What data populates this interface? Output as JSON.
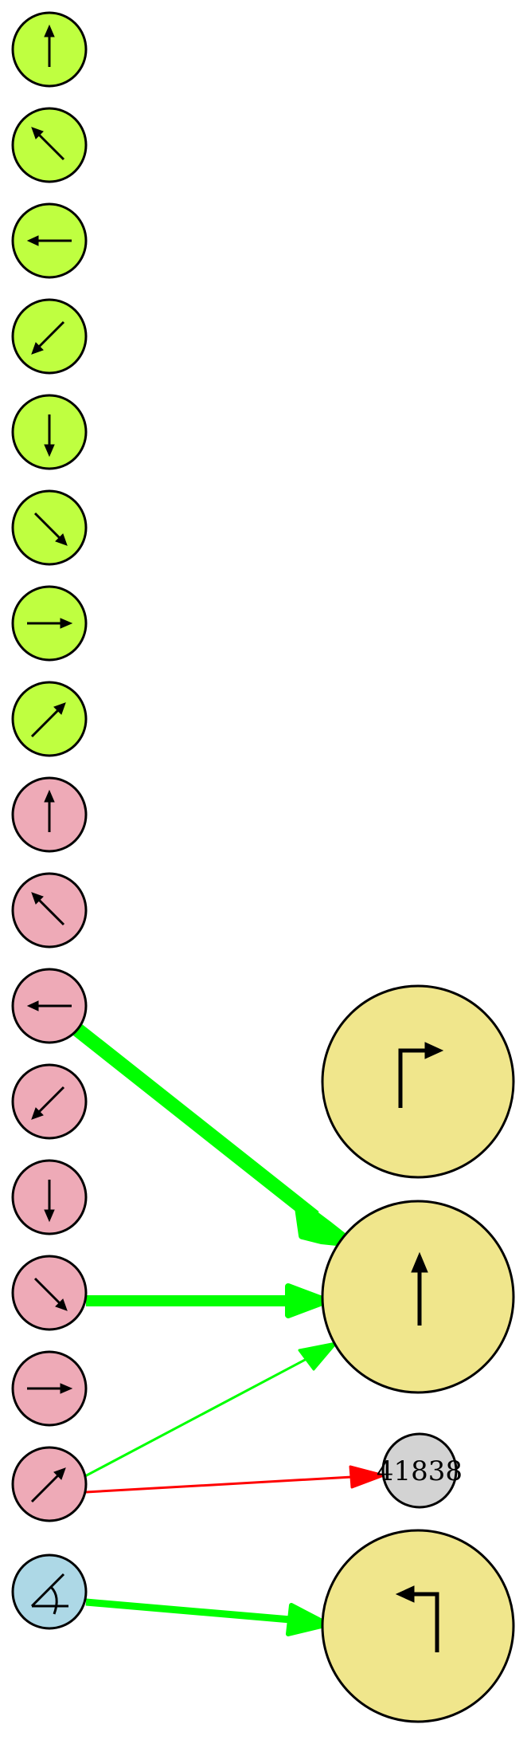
{
  "colors": {
    "lime": "#bfff40",
    "pink": "#eeaab7",
    "lightblue": "#add8e6",
    "khaki": "#f0e68c",
    "gray": "#d3d3d3",
    "edge_green": "#00ff00",
    "edge_red": "#ff0000"
  },
  "nodes": [
    {
      "id": "lime-up",
      "group": "lime",
      "icon": "arrow-up-icon"
    },
    {
      "id": "lime-up-left",
      "group": "lime",
      "icon": "arrow-up-left-icon"
    },
    {
      "id": "lime-left",
      "group": "lime",
      "icon": "arrow-left-icon"
    },
    {
      "id": "lime-down-left",
      "group": "lime",
      "icon": "arrow-down-left-icon"
    },
    {
      "id": "lime-down",
      "group": "lime",
      "icon": "arrow-down-icon"
    },
    {
      "id": "lime-down-right",
      "group": "lime",
      "icon": "arrow-down-right-icon"
    },
    {
      "id": "lime-right",
      "group": "lime",
      "icon": "arrow-right-icon"
    },
    {
      "id": "lime-up-right",
      "group": "lime",
      "icon": "arrow-up-right-icon"
    },
    {
      "id": "pink-up",
      "group": "pink",
      "icon": "arrow-up-icon"
    },
    {
      "id": "pink-up-left",
      "group": "pink",
      "icon": "arrow-up-left-icon"
    },
    {
      "id": "pink-left",
      "group": "pink",
      "icon": "arrow-left-icon"
    },
    {
      "id": "pink-down-left",
      "group": "pink",
      "icon": "arrow-down-left-icon"
    },
    {
      "id": "pink-down",
      "group": "pink",
      "icon": "arrow-down-icon"
    },
    {
      "id": "pink-down-right",
      "group": "pink",
      "icon": "arrow-down-right-icon"
    },
    {
      "id": "pink-right",
      "group": "pink",
      "icon": "arrow-right-icon"
    },
    {
      "id": "pink-up-right",
      "group": "pink",
      "icon": "arrow-up-right-icon"
    },
    {
      "id": "blue-angle",
      "group": "lightblue",
      "icon": "angle-icon"
    },
    {
      "id": "khaki-turn-right",
      "group": "khaki",
      "icon": "turn-up-right-icon"
    },
    {
      "id": "khaki-up",
      "group": "khaki",
      "icon": "arrow-up-icon"
    },
    {
      "id": "gray-number",
      "group": "gray",
      "label": "41838"
    },
    {
      "id": "khaki-turn-left",
      "group": "khaki",
      "icon": "turn-down-left-icon"
    }
  ],
  "edges": [
    {
      "from": "pink-left",
      "to": "khaki-up",
      "color": "edge_green",
      "weight": "heavy"
    },
    {
      "from": "pink-down-right",
      "to": "khaki-up",
      "color": "edge_green",
      "weight": "medium"
    },
    {
      "from": "pink-up-right",
      "to": "khaki-up",
      "color": "edge_green",
      "weight": "thin"
    },
    {
      "from": "pink-up-right",
      "to": "gray-number",
      "color": "edge_red",
      "weight": "thin"
    },
    {
      "from": "blue-angle",
      "to": "khaki-turn-left",
      "color": "edge_green",
      "weight": "medium"
    }
  ]
}
